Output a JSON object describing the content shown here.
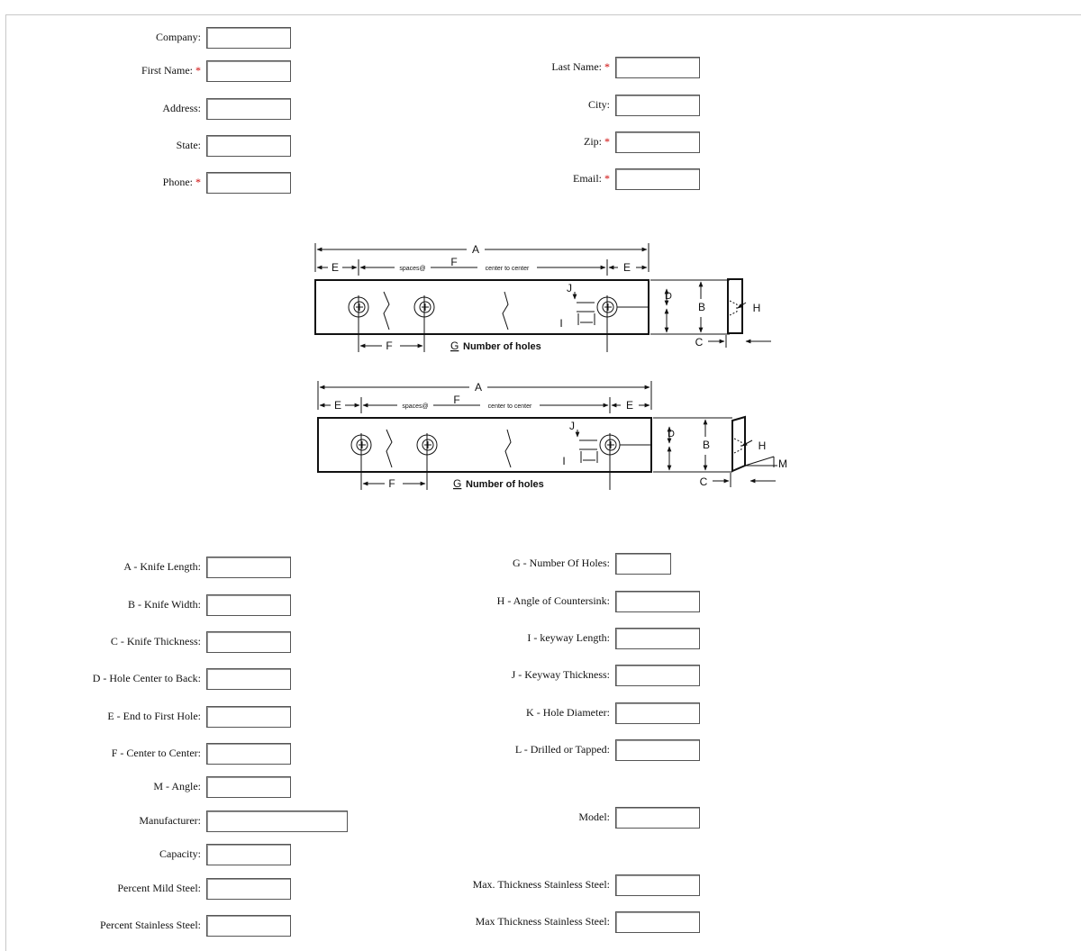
{
  "contact": {
    "company": {
      "label": "Company:",
      "value": "",
      "required": false
    },
    "first_name": {
      "label": "First Name:",
      "value": "",
      "required": true
    },
    "address": {
      "label": "Address:",
      "value": "",
      "required": false
    },
    "state": {
      "label": "State:",
      "value": "",
      "required": false
    },
    "phone": {
      "label": "Phone:",
      "value": "",
      "required": true
    },
    "last_name": {
      "label": "Last Name:",
      "value": "",
      "required": true
    },
    "city": {
      "label": "City:",
      "value": "",
      "required": false
    },
    "zip": {
      "label": "Zip:",
      "value": "",
      "required": true
    },
    "email": {
      "label": "Email:",
      "value": "",
      "required": true
    },
    "required_mark": "*"
  },
  "diagram1": {
    "a": "A",
    "e": "E",
    "f": "F",
    "g": "G",
    "spaces": "spaces@",
    "center_to_center": "center to center",
    "number_of_holes": "Number of holes",
    "j": "J",
    "i": "I",
    "d": "D",
    "b": "B",
    "c": "C",
    "h": "H"
  },
  "diagram2": {
    "a": "A",
    "e": "E",
    "f": "F",
    "g": "G",
    "spaces": "spaces@",
    "center_to_center": "center to center",
    "number_of_holes": "Number of holes",
    "j": "J",
    "i": "I",
    "d": "D",
    "b": "B",
    "c": "C",
    "h": "H",
    "m": "M"
  },
  "specs": {
    "knife_length": {
      "label": "A - Knife Length:",
      "value": ""
    },
    "knife_width": {
      "label": "B - Knife Width:",
      "value": ""
    },
    "knife_thickness": {
      "label": "C - Knife Thickness:",
      "value": ""
    },
    "hole_center_to_back": {
      "label": "D - Hole Center to Back:",
      "value": ""
    },
    "end_to_first_hole": {
      "label": "E - End to First Hole:",
      "value": ""
    },
    "center_to_center": {
      "label": "F - Center to Center:",
      "value": ""
    },
    "angle": {
      "label": "M - Angle:",
      "value": ""
    },
    "manufacturer": {
      "label": "Manufacturer:",
      "value": ""
    },
    "capacity": {
      "label": "Capacity:",
      "value": ""
    },
    "percent_mild_steel": {
      "label": "Percent Mild Steel:",
      "value": ""
    },
    "percent_stainless_steel": {
      "label": "Percent Stainless Steel:",
      "value": ""
    },
    "number_of_holes": {
      "label": "G - Number Of Holes:",
      "value": ""
    },
    "angle_of_countersink": {
      "label": "H - Angle of Countersink:",
      "value": ""
    },
    "keyway_length": {
      "label": "I - keyway Length:",
      "value": ""
    },
    "keyway_thickness": {
      "label": "J - Keyway Thickness:",
      "value": ""
    },
    "hole_diameter": {
      "label": "K - Hole Diameter:",
      "value": ""
    },
    "drilled_or_tapped": {
      "label": "L - Drilled or Tapped:",
      "value": ""
    },
    "model": {
      "label": "Model:",
      "value": ""
    },
    "max_thickness_stainless_1": {
      "label": "Max. Thickness Stainless Steel:",
      "value": ""
    },
    "max_thickness_stainless_2": {
      "label": "Max Thickness Stainless Steel:",
      "value": ""
    }
  }
}
